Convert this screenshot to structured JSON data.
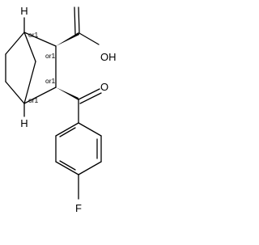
{
  "molecule": {
    "atom_labels": {
      "h_top": "H",
      "h_bottom": "H",
      "hydroxyl": "OH",
      "carbonyl_oxygen": "O",
      "fluorine": "F"
    },
    "stereo_labels": {
      "c1": "or1",
      "c2": "or1",
      "c3": "or1",
      "c4": "or1"
    },
    "colors": {
      "bonds": "#000000",
      "labels": "#000000",
      "background": "#ffffff"
    }
  }
}
